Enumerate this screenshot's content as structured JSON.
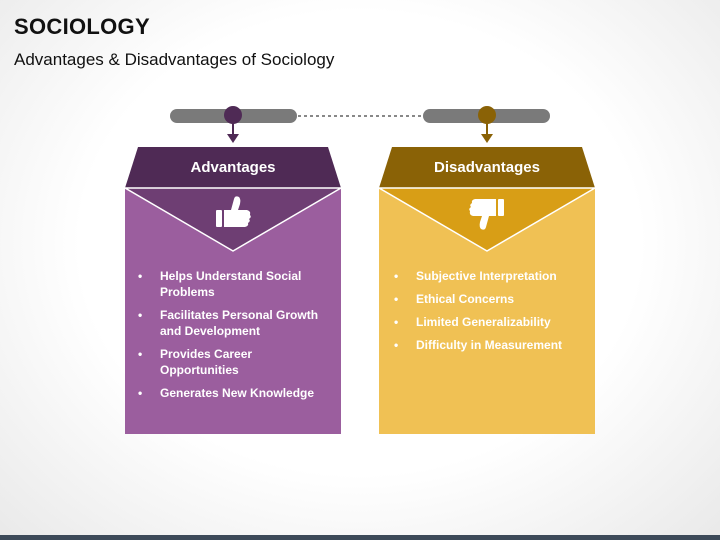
{
  "slide": {
    "title": "SOCIOLOGY",
    "subtitle": "Advantages & Disadvantages of Sociology"
  },
  "colors": {
    "advantages_header": "#4f2a55",
    "advantages_body": "#9b5e9e",
    "advantages_chevron": "#6e3e73",
    "disadvantages_header": "#8a6206",
    "disadvantages_body": "#f0c154",
    "disadvantages_chevron": "#d89e16",
    "connector_bar": "#7a7a7a"
  },
  "icons": {
    "advantages": "thumbs-up-icon",
    "disadvantages": "thumbs-down-icon"
  },
  "advantages": {
    "title": "Advantages",
    "items": [
      "Helps Understand Social Problems",
      "Facilitates Personal Growth and Development",
      "Provides Career Opportunities",
      "Generates New Knowledge"
    ]
  },
  "disadvantages": {
    "title": "Disadvantages",
    "items": [
      "Subjective Interpretation",
      "Ethical Concerns",
      "Limited Generalizability",
      "Difficulty in Measurement"
    ]
  }
}
